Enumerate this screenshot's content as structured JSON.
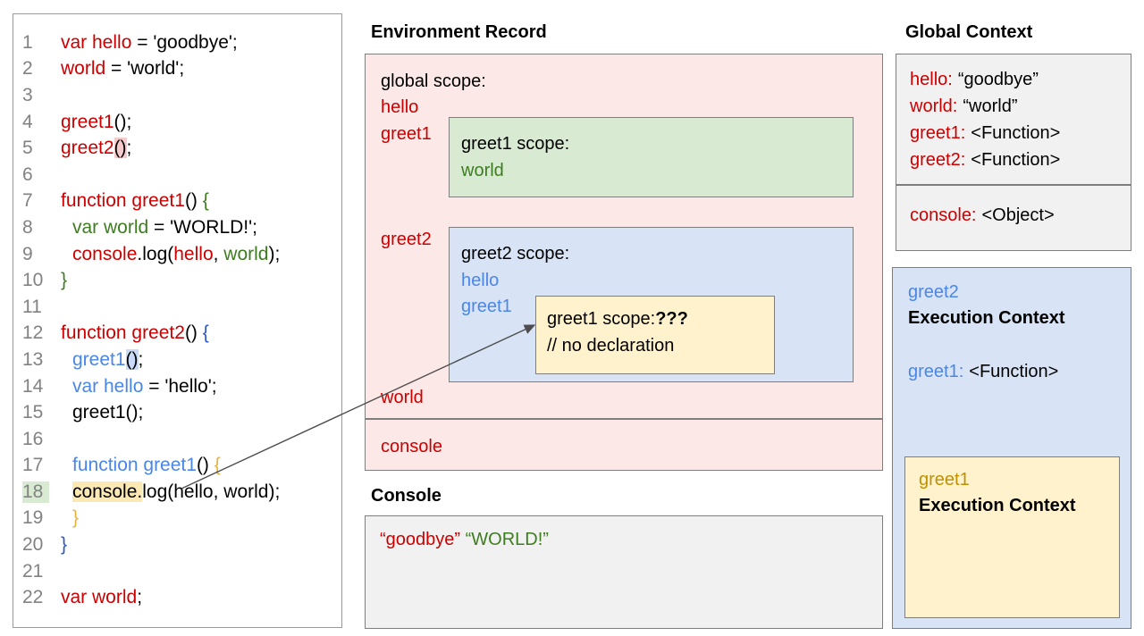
{
  "palette": {
    "red": "#cc0000",
    "green": "#3d7d20",
    "blue": "#4a86e8",
    "blue_dark": "#2d55c8",
    "gold": "#e6b33e",
    "gold_dark": "#bf9000",
    "pink_fill": "#fce8e6",
    "green_fill": "#d9ead3",
    "blue_fill": "#d8e4f6",
    "yellow_fill": "#fff2cc",
    "gray_fill": "#f1f1f1"
  },
  "code": {
    "lines": [
      {
        "num": "1",
        "indent": 0,
        "tokens": [
          {
            "t": "var hello",
            "c": "red"
          },
          {
            "t": " = 'goodbye';",
            "c": "k"
          }
        ]
      },
      {
        "num": "2",
        "indent": 0,
        "tokens": [
          {
            "t": "world",
            "c": "red"
          },
          {
            "t": " = 'world';",
            "c": "k"
          }
        ]
      },
      {
        "num": "3",
        "indent": 0,
        "tokens": []
      },
      {
        "num": "4",
        "indent": 0,
        "tokens": [
          {
            "t": "greet1",
            "c": "red"
          },
          {
            "t": "();",
            "c": "k"
          }
        ]
      },
      {
        "num": "5",
        "indent": 0,
        "tokens": [
          {
            "t": "greet2",
            "c": "red"
          },
          {
            "t": "()",
            "c": "k",
            "h": "pink"
          },
          {
            "t": ";",
            "c": "k"
          }
        ]
      },
      {
        "num": "6",
        "indent": 0,
        "tokens": []
      },
      {
        "num": "7",
        "indent": 0,
        "tokens": [
          {
            "t": "function greet1",
            "c": "red"
          },
          {
            "t": "() ",
            "c": "k"
          },
          {
            "t": "{",
            "c": "green"
          }
        ]
      },
      {
        "num": "8",
        "indent": 1,
        "tokens": [
          {
            "t": "var world",
            "c": "green"
          },
          {
            "t": " = 'WORLD!';",
            "c": "k"
          }
        ]
      },
      {
        "num": "9",
        "indent": 1,
        "tokens": [
          {
            "t": "console",
            "c": "red"
          },
          {
            "t": ".log(",
            "c": "k"
          },
          {
            "t": "hello",
            "c": "red"
          },
          {
            "t": ", ",
            "c": "k"
          },
          {
            "t": "world",
            "c": "green"
          },
          {
            "t": ");",
            "c": "k"
          }
        ]
      },
      {
        "num": "10",
        "indent": 0,
        "tokens": [
          {
            "t": "}",
            "c": "green"
          }
        ]
      },
      {
        "num": "11",
        "indent": 0,
        "tokens": []
      },
      {
        "num": "12",
        "indent": 0,
        "tokens": [
          {
            "t": "function greet2",
            "c": "red"
          },
          {
            "t": "() ",
            "c": "k"
          },
          {
            "t": "{",
            "c": "blueDark"
          }
        ]
      },
      {
        "num": "13",
        "indent": 1,
        "tokens": [
          {
            "t": "greet1",
            "c": "blue"
          },
          {
            "t": "()",
            "c": "k",
            "h": "lblue"
          },
          {
            "t": ";",
            "c": "k"
          }
        ]
      },
      {
        "num": "14",
        "indent": 1,
        "tokens": [
          {
            "t": "var hello",
            "c": "blue"
          },
          {
            "t": " = 'hello';",
            "c": "k"
          }
        ]
      },
      {
        "num": "15",
        "indent": 1,
        "tokens": [
          {
            "t": "greet1();",
            "c": "k"
          }
        ]
      },
      {
        "num": "16",
        "indent": 0,
        "tokens": []
      },
      {
        "num": "17",
        "indent": 1,
        "tokens": [
          {
            "t": "function greet1",
            "c": "blue"
          },
          {
            "t": "() ",
            "c": "k"
          },
          {
            "t": "{",
            "c": "gold"
          }
        ]
      },
      {
        "num": "18",
        "indent": 1,
        "hl": "green",
        "tokens": [
          {
            "t": "console.",
            "c": "k",
            "h": "cream"
          },
          {
            "t": "log(hello, world);",
            "c": "k"
          }
        ]
      },
      {
        "num": "19",
        "indent": 1,
        "tokens": [
          {
            "t": "}",
            "c": "gold"
          }
        ]
      },
      {
        "num": "20",
        "indent": 0,
        "tokens": [
          {
            "t": "}",
            "c": "blueDark"
          }
        ]
      },
      {
        "num": "21",
        "indent": 0,
        "tokens": []
      },
      {
        "num": "22",
        "indent": 0,
        "tokens": [
          {
            "t": "var world",
            "c": "red"
          },
          {
            "t": ";",
            "c": "k"
          }
        ]
      }
    ]
  },
  "env_record": {
    "title": "Environment Record",
    "global_scope_label": "global scope:",
    "var_hello": "hello",
    "var_greet1": "greet1",
    "var_greet2": "greet2",
    "var_world": "world",
    "var_console": "console",
    "greet1_scope": {
      "title": "greet1 scope:",
      "var_world": "world"
    },
    "greet2_scope": {
      "title": "greet2 scope:",
      "var_hello": "hello",
      "var_greet1": "greet1",
      "greet1_inner": {
        "title": "greet1 scope:",
        "unknown": "???",
        "comment": "// no declaration"
      }
    }
  },
  "console_panel": {
    "title": "Console",
    "output": [
      {
        "t": "“goodbye”",
        "c": "red"
      },
      {
        "t": " ",
        "c": "k"
      },
      {
        "t": "“WORLD!”",
        "c": "green"
      }
    ]
  },
  "global_context": {
    "title": "Global Context",
    "rows": [
      {
        "name": "hello:",
        "value": "“goodbye”"
      },
      {
        "name": "world:",
        "value": "“world”"
      },
      {
        "name": "greet1:",
        "value": "<Function>"
      },
      {
        "name": "greet2:",
        "value": "<Function>"
      }
    ],
    "console_row": {
      "name": "console:",
      "value": "<Object>"
    }
  },
  "greet2_context": {
    "label": "greet2",
    "title": "Execution Context",
    "row_name": "greet1:",
    "row_value": "<Function>"
  },
  "greet1_context": {
    "label": "greet1",
    "title": "Execution Context"
  }
}
